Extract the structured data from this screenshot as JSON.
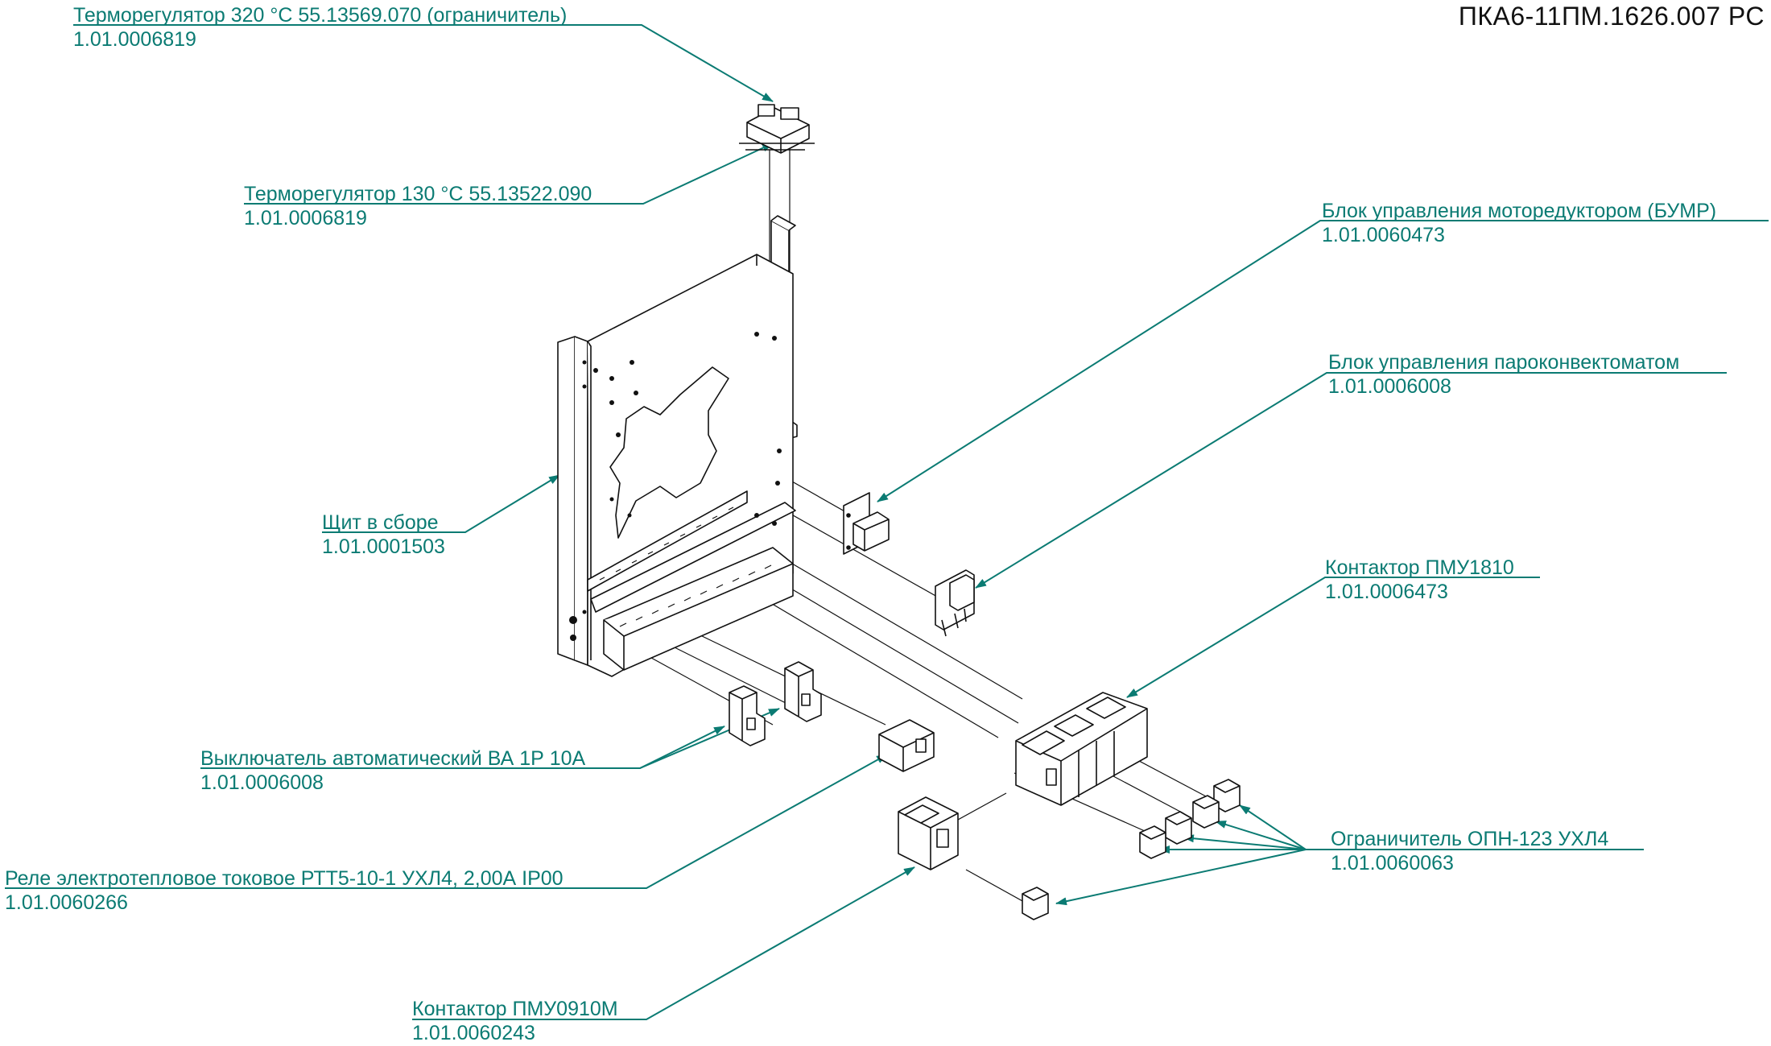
{
  "document": {
    "number": "ПКА6-11ПМ.1626.007 РС"
  },
  "colors": {
    "callout": "#0b7b73",
    "drawing": "#111111",
    "background": "#ffffff"
  },
  "callouts": [
    {
      "id": "thermo320",
      "name": "Терморегулятор 320 °С  55.13569.070 (ограничитель)",
      "code": "1.01.0006819"
    },
    {
      "id": "thermo130",
      "name": "Терморегулятор 130 °С 55.13522.090",
      "code": "1.01.0006819"
    },
    {
      "id": "bumr",
      "name": "Блок управления моторедуктором (БУМР)",
      "code": "1.01.0060473"
    },
    {
      "id": "steam",
      "name": "Блок управления пароконвектоматом",
      "code": "1.01.0006008"
    },
    {
      "id": "panel",
      "name": "Щит в сборе",
      "code": "1.01.0001503"
    },
    {
      "id": "pmu1810",
      "name": "Контактор ПМУ1810",
      "code": "1.01.0006473"
    },
    {
      "id": "breaker",
      "name": "Выключатель автоматический ВА 1Р 10А",
      "code": "1.01.0006008"
    },
    {
      "id": "limiter",
      "name": "Ограничитель ОПН-123 УХЛ4",
      "code": "1.01.0060063"
    },
    {
      "id": "relay",
      "name": "Реле электротепловое токовое РТТ5-10-1 УХЛ4, 2,00А IP00",
      "code": "1.01.0060266"
    },
    {
      "id": "pmu0910",
      "name": "Контактор ПМУ0910М",
      "code": "1.01.0060243"
    }
  ]
}
